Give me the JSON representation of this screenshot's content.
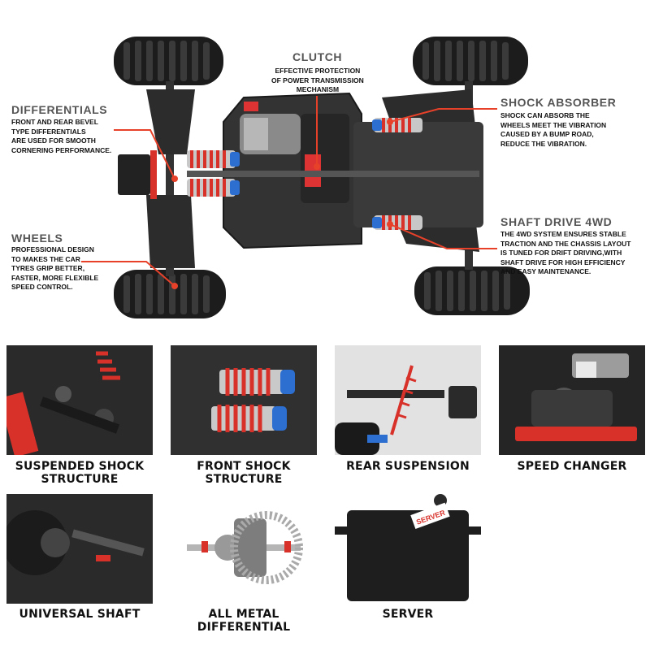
{
  "callouts": {
    "clutch": {
      "title": "CLUTCH",
      "desc": [
        "EFFECTIVE PROTECTION",
        "OF POWER TRANSMISSION",
        "MECHANISM"
      ]
    },
    "differentials": {
      "title": "DIFFERENTIALS",
      "desc": [
        "FRONT AND REAR BEVEL",
        "TYPE DIFFERENTIALS",
        "ARE USED FOR SMOOTH",
        "CORNERING PERFORMANCE."
      ]
    },
    "wheels": {
      "title": "WHEELS",
      "desc": [
        "PROFESSIONAL DESIGN",
        "TO MAKES THE CAR",
        "TYRES GRIP BETTER,",
        "FASTER, MORE FLEXIBLE",
        "SPEED CONTROL."
      ]
    },
    "shock_absorber": {
      "title": "SHOCK ABSORBER",
      "desc": [
        "SHOCK CAN ABSORB THE",
        "WHEELS MEET THE VIBRATION",
        "CAUSED BY A BUMP ROAD,",
        "REDUCE THE VIBRATION."
      ]
    },
    "shaft_drive": {
      "title": "SHAFT DRIVE 4WD",
      "desc": [
        "THE 4WD SYSTEM ENSURES STABLE",
        "TRACTION AND THE CHASSIS LAYOUT",
        "IS TUNED FOR DRIFT DRIVING,WITH",
        "SHAFT DRIVE FOR HIGH EFFICIENCY",
        "AND EASY MAINTENANCE."
      ]
    }
  },
  "features": [
    {
      "caption": [
        "SUSPENDED SHOCK",
        "STRUCTURE"
      ],
      "icon": "suspended-shock-photo"
    },
    {
      "caption": [
        "FRONT SHOCK",
        "STRUCTURE"
      ],
      "icon": "front-shock-photo"
    },
    {
      "caption": [
        "REAR SUSPENSION"
      ],
      "icon": "rear-suspension-photo"
    },
    {
      "caption": [
        "SPEED CHANGER"
      ],
      "icon": "speed-changer-photo"
    },
    {
      "caption": [
        "UNIVERSAL SHAFT"
      ],
      "icon": "universal-shaft-photo"
    },
    {
      "caption": [
        "ALL METAL",
        "DIFFERENTIAL"
      ],
      "icon": "metal-differential-photo"
    },
    {
      "caption": [
        "SERVER"
      ],
      "icon": "servo-photo"
    }
  ],
  "servo_label": "SERVER",
  "colors": {
    "accent": "#e8412a",
    "dark": "#2b2b2b",
    "spring": "#d8312a",
    "cap": "#2d6fd0"
  }
}
